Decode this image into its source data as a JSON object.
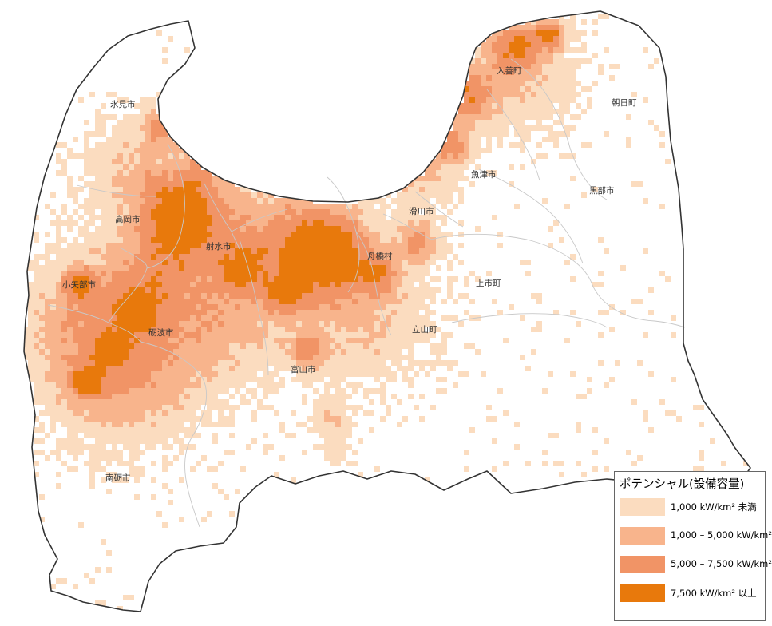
{
  "map": {
    "cities": [
      {
        "id": "himi",
        "label": "氷見市"
      },
      {
        "id": "takaoka",
        "label": "高岡市"
      },
      {
        "id": "imizu",
        "label": "射水市"
      },
      {
        "id": "oyabe",
        "label": "小矢部市"
      },
      {
        "id": "tonami",
        "label": "砺波市"
      },
      {
        "id": "nanto",
        "label": "南砺市"
      },
      {
        "id": "toyama",
        "label": "富山市"
      },
      {
        "id": "namerikawa",
        "label": "滑川市"
      },
      {
        "id": "funahashi",
        "label": "舟橋村"
      },
      {
        "id": "kamiichi",
        "label": "上市町"
      },
      {
        "id": "tateyama",
        "label": "立山町"
      },
      {
        "id": "uozu",
        "label": "魚津市"
      },
      {
        "id": "nyuzen",
        "label": "入善町"
      },
      {
        "id": "asahi",
        "label": "朝日町"
      },
      {
        "id": "kurobe",
        "label": "黒部市"
      }
    ],
    "colors": {
      "background": "#ffffff",
      "boundary": "#333333",
      "municipal_border": "#c8c8c8",
      "class1": "#fbdcbf",
      "class2": "#f8b48c",
      "class3": "#f19466",
      "class4": "#e8790c"
    }
  },
  "legend": {
    "title": "ポテンシャル(設備容量)",
    "items": [
      {
        "label": "1,000 kW/km² 未満",
        "color": "#fbdcbf"
      },
      {
        "label": "1,000 – 5,000 kW/km²",
        "color": "#f8b48c"
      },
      {
        "label": "5,000 – 7,500 kW/km²",
        "color": "#f19466"
      },
      {
        "label": "7,500 kW/km² 以上",
        "color": "#e8790c"
      }
    ]
  }
}
